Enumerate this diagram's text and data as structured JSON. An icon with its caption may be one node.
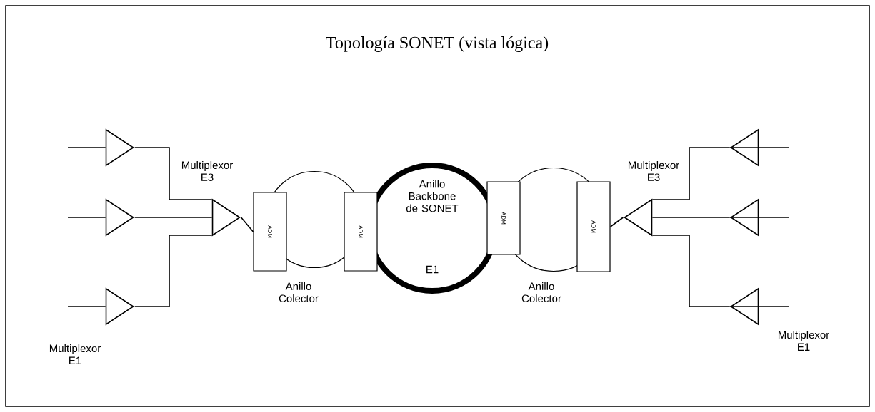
{
  "diagram": {
    "title": "Topología SONET (vista lógica)",
    "nodes": [
      {
        "text": [],
        "shape": "triangle"
      },
      {
        "text": [],
        "shape": "triangle"
      },
      {
        "text": [],
        "shape": "triangle",
        "beside": [
          "Multiplexor E1"
        ]
      },
      {
        "text": [],
        "shape": "triangle",
        "beside": [
          "Multiplexor E3"
        ]
      },
      {
        "text": [],
        "shape": "circle",
        "beside": [
          "Anillo Colector"
        ]
      },
      {
        "text": [
          "ADM"
        ]
      },
      {
        "text": [
          "ADM"
        ]
      },
      {
        "text": [
          "Anillo Backbone de SONET",
          "E1"
        ]
      },
      {
        "text": [
          "ADM"
        ]
      },
      {
        "text": [],
        "shape": "circle",
        "beside": [
          "Anillo Colector"
        ]
      },
      {
        "text": [
          "ADM"
        ]
      },
      {
        "text": [],
        "shape": "triangle",
        "beside": [
          "Multiplexor E3"
        ]
      },
      {
        "text": [],
        "shape": "triangle"
      },
      {
        "text": [],
        "shape": "triangle"
      },
      {
        "text": [],
        "shape": "triangle",
        "beside": [
          "Multiplexor E1"
        ]
      }
    ],
    "edges": [
      {
        "from": null,
        "to": 0,
        "arrow": "none"
      },
      {
        "from": null,
        "to": 1,
        "arrow": "none"
      },
      {
        "from": null,
        "to": 2,
        "arrow": "none"
      },
      {
        "from": 0,
        "to": 3,
        "arrow": "none"
      },
      {
        "from": 1,
        "to": 3,
        "arrow": "none"
      },
      {
        "from": 2,
        "to": 3,
        "arrow": "none"
      },
      {
        "from": 3,
        "to": 5,
        "arrow": "none"
      },
      {
        "from": 10,
        "to": 11,
        "arrow": "none"
      },
      {
        "from": 11,
        "to": 12,
        "arrow": "none"
      },
      {
        "from": 11,
        "to": 13,
        "arrow": "none"
      },
      {
        "from": 11,
        "to": 14,
        "arrow": "none"
      },
      {
        "from": 12,
        "to": null,
        "arrow": "none"
      },
      {
        "from": 13,
        "to": null,
        "arrow": "none"
      },
      {
        "from": 14,
        "to": null,
        "arrow": "none"
      }
    ]
  }
}
